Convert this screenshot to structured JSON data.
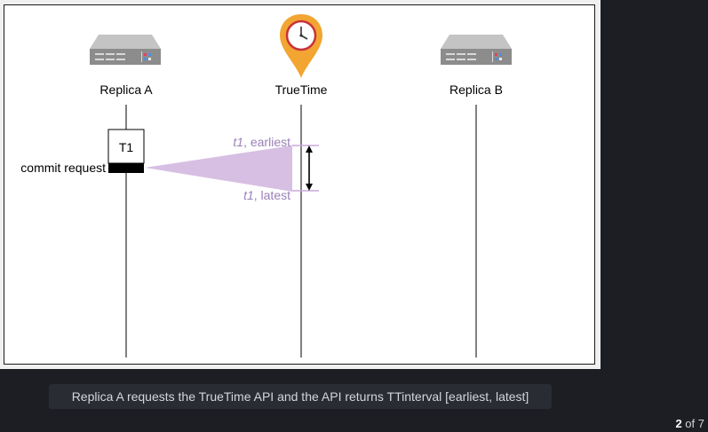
{
  "diagram": {
    "nodes": [
      {
        "id": "replica_a",
        "label": "Replica A",
        "icon": "server-icon"
      },
      {
        "id": "truetime",
        "label": "TrueTime",
        "icon": "clock-pin-icon"
      },
      {
        "id": "replica_b",
        "label": "Replica B",
        "icon": "server-icon"
      }
    ],
    "transaction_label": "T1",
    "commit_request_label": "commit request",
    "earliest_label": {
      "var": "t1",
      "text": ", earliest"
    },
    "latest_label": {
      "var": "t1",
      "text": ", latest"
    },
    "colors": {
      "interval": "#c9a9d9",
      "interval_text": "#9a80b8",
      "server": "#8c8c8c",
      "pin": "#f2a531"
    }
  },
  "caption": "Replica A requests the TrueTime API and the API returns TTinterval [earliest, latest]",
  "pager": {
    "current": "2",
    "separator": " of ",
    "total": "7"
  }
}
